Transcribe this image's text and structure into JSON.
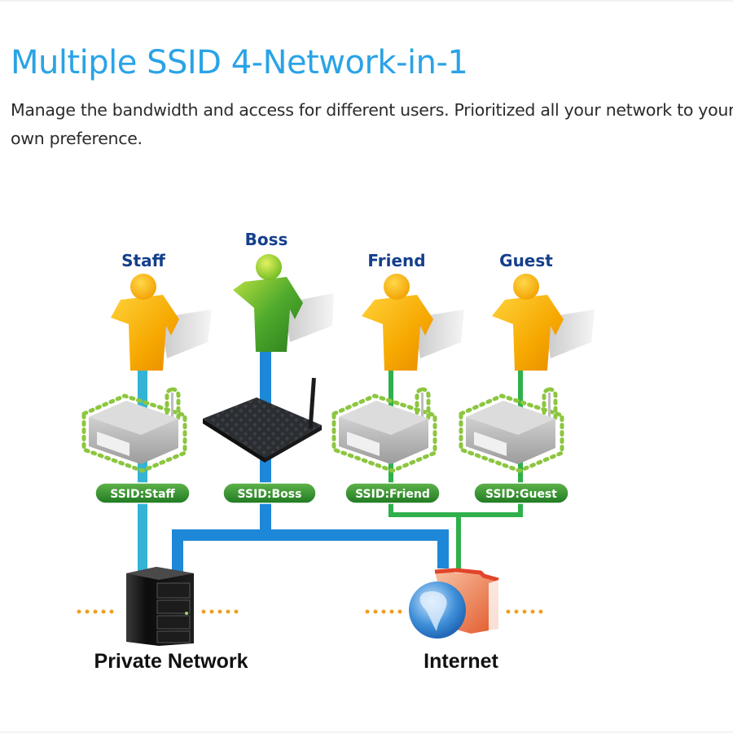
{
  "header": {
    "title": "Multiple SSID 4-Network-in-1",
    "description": "Manage the bandwidth and access for different users. Prioritized all your network to your own preference."
  },
  "diagram": {
    "users": [
      {
        "label": "Staff",
        "icon": "person-icon",
        "color": "#f6b000",
        "link_color": "#33b4d6"
      },
      {
        "label": "Boss",
        "icon": "person-icon",
        "color": "#4caa2a",
        "link_color": "#1e88d8"
      },
      {
        "label": "Friend",
        "icon": "person-icon",
        "color": "#f6b000",
        "link_color": "#2fb04a"
      },
      {
        "label": "Guest",
        "icon": "person-icon",
        "color": "#f6b000",
        "link_color": "#2fb04a"
      }
    ],
    "routers": [
      {
        "ssid": "SSID:Staff",
        "icon": "router-icon",
        "style": "virtual"
      },
      {
        "ssid": "SSID:Boss",
        "icon": "router-icon",
        "style": "physical"
      },
      {
        "ssid": "SSID:Friend",
        "icon": "router-icon",
        "style": "virtual"
      },
      {
        "ssid": "SSID:Guest",
        "icon": "router-icon",
        "style": "virtual"
      }
    ],
    "destinations": [
      {
        "label": "Private Network",
        "icon": "server-icon"
      },
      {
        "label": "Internet",
        "icon": "globe-folder-icon"
      }
    ],
    "colors": {
      "title": "#2aa3e6",
      "user_label": "#143f8c",
      "ssid_badge": "#2e8b2e",
      "staff_link": "#33b4d6",
      "boss_link": "#1e88d8",
      "guest_link": "#2fb04a",
      "dots": "#f0a020"
    }
  }
}
